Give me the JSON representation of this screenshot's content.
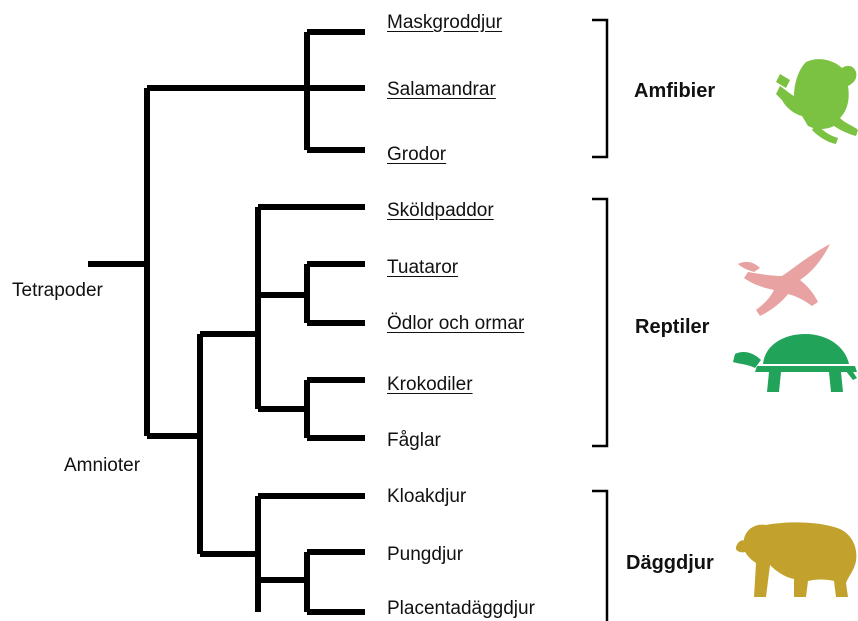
{
  "taxa": [
    {
      "name": "Maskgroddjur",
      "linked": true
    },
    {
      "name": "Salamandrar",
      "linked": true
    },
    {
      "name": "Grodor",
      "linked": true
    },
    {
      "name": "Sköldpaddor",
      "linked": true
    },
    {
      "name": "Tuataror",
      "linked": true
    },
    {
      "name": "Ödlor och ormar",
      "linked": true
    },
    {
      "name": "Krokodiler",
      "linked": true
    },
    {
      "name": "Fåglar",
      "linked": false
    },
    {
      "name": "Kloakdjur",
      "linked": false
    },
    {
      "name": "Pungdjur",
      "linked": false
    },
    {
      "name": "Placentadäggdjur",
      "linked": false
    }
  ],
  "nodes": {
    "tetrapods": "Tetrapoder",
    "amniotes": "Amnioter"
  },
  "groups": {
    "amphibians": "Amfibier",
    "reptiles": "Reptiler",
    "mammals": "Däggdjur"
  },
  "colors": {
    "frog": "#7cc242",
    "bird": "#e8a2a2",
    "turtle": "#22a35a",
    "bear": "#c2a22c",
    "lines": "#000000"
  },
  "icons": [
    "frog-icon",
    "bird-icon",
    "turtle-icon",
    "bear-icon"
  ]
}
